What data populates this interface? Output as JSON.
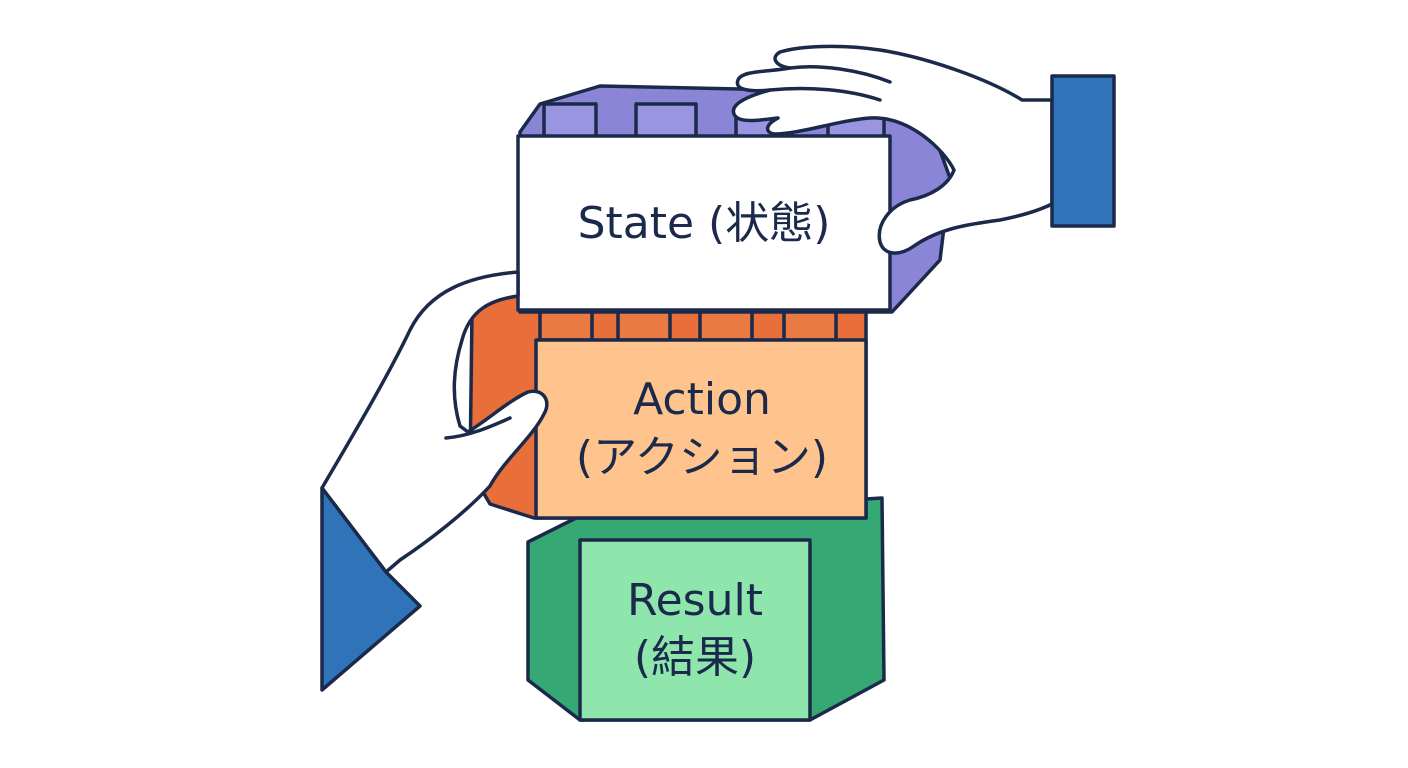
{
  "blocks": {
    "state": {
      "line1": "State (状態)",
      "color_front": "#ffffff",
      "color_body": "#8a85d6",
      "color_stud": "#9a95e0"
    },
    "action": {
      "line1": "Action",
      "line2": "(アクション)",
      "color_front": "#ffc48e",
      "color_body": "#e86f3a",
      "color_stud": "#ea7a44"
    },
    "result": {
      "line1": "Result",
      "line2": "(結果)",
      "color_front": "#8fe6ad",
      "color_body": "#36a873",
      "color_stud": "#44b482"
    }
  },
  "colors": {
    "outline": "#1b2a4a",
    "sleeve": "#2f73b8",
    "skin": "#ffffff"
  },
  "icons": {
    "left_hand": "hand-icon",
    "right_hand": "hand-icon"
  }
}
